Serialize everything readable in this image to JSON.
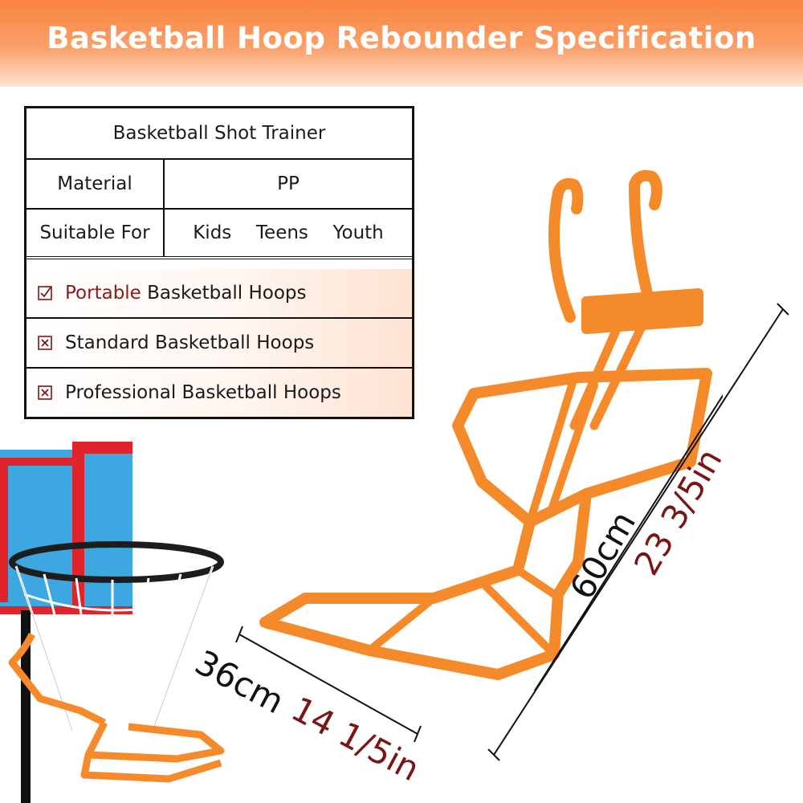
{
  "header": {
    "title": "Basketball Hoop Rebounder Specification"
  },
  "table": {
    "heading": "Basketball Shot Trainer",
    "rows": [
      {
        "label": "Material",
        "value": "PP"
      },
      {
        "label": "Suitable For",
        "value": "Kids  Teens  Youth"
      }
    ],
    "compatibility": [
      {
        "icon": "checked-box-icon",
        "highlight": "Portable",
        "text": "Basketball Hoops",
        "supported": true
      },
      {
        "icon": "crossed-box-icon",
        "text": "Standard Basketball Hoops",
        "supported": false
      },
      {
        "icon": "crossed-box-icon",
        "text": "Professional Basketball Hoops",
        "supported": false
      }
    ]
  },
  "dimensions": {
    "length_cm": "60cm",
    "length_in": "23 3/5in",
    "width_cm": "36cm",
    "width_in": "14 1/5in"
  },
  "colors": {
    "accent": "#f7832f",
    "product": "#f58a2b",
    "dark_red": "#7a1515"
  }
}
